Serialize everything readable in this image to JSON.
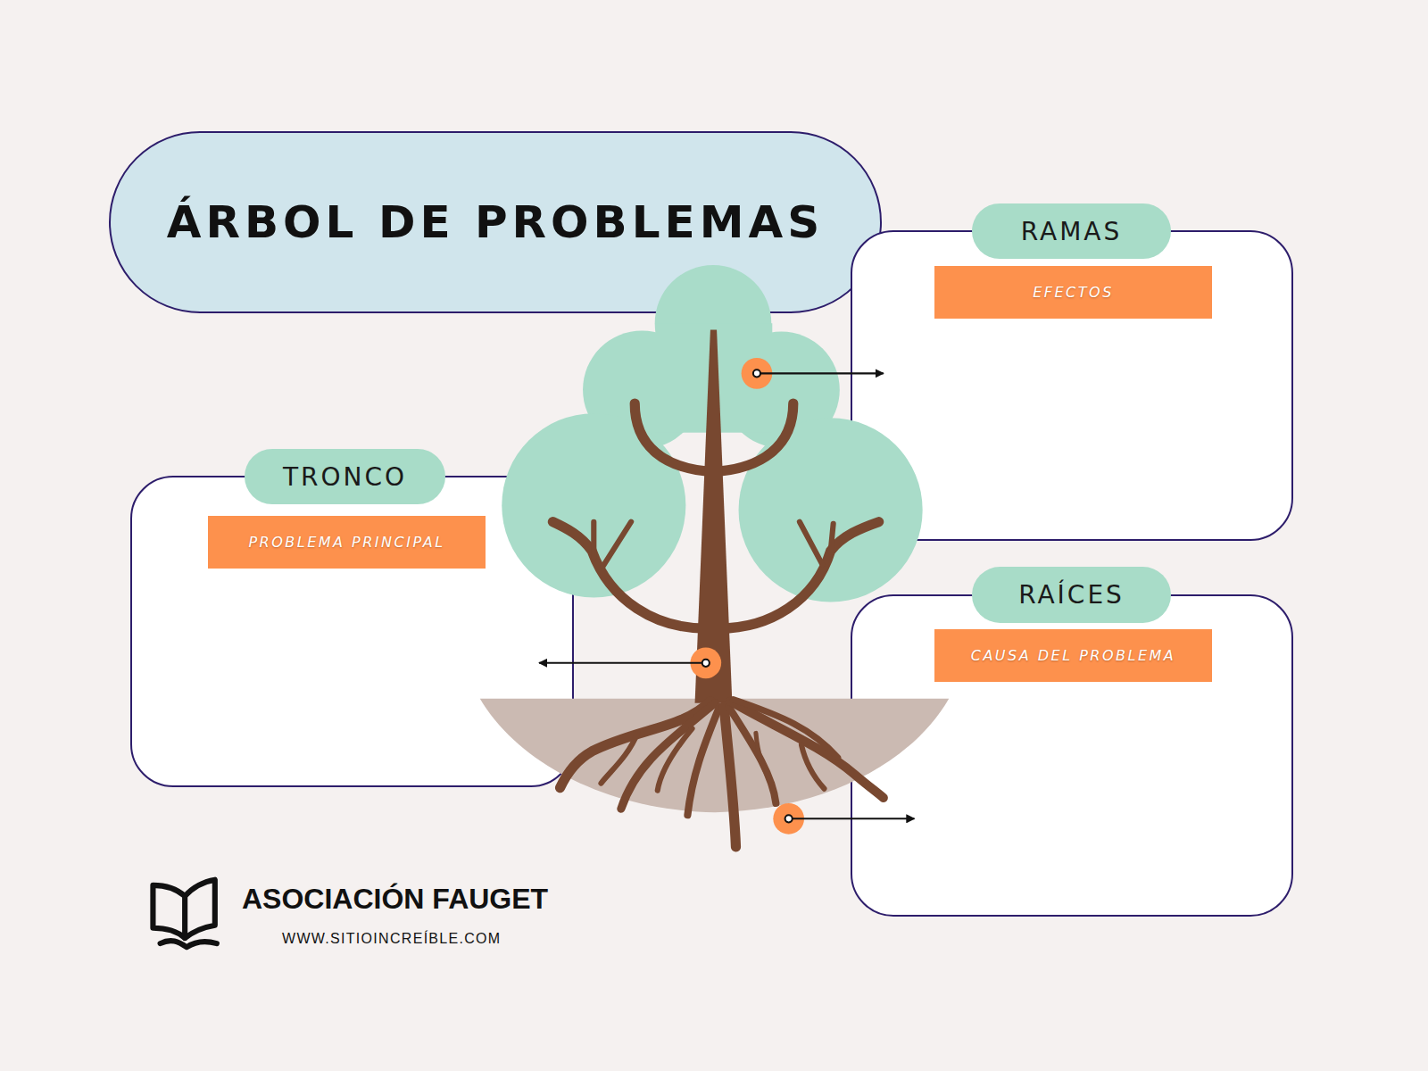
{
  "diagram": {
    "title": "ÁRBOL DE PROBLEMAS",
    "nodes": [
      {
        "text": [
          "RAMAS",
          "EFECTOS"
        ]
      },
      {
        "text": [
          "TRONCO",
          "PROBLEMA PRINCIPAL"
        ]
      },
      {
        "text": [
          "RAÍCES",
          "CAUSA DEL PROBLEMA"
        ]
      }
    ],
    "labels": [
      "ASOCIACIÓN FAUGET",
      "WWW.SITIOINCREÍBLE.COM"
    ]
  }
}
